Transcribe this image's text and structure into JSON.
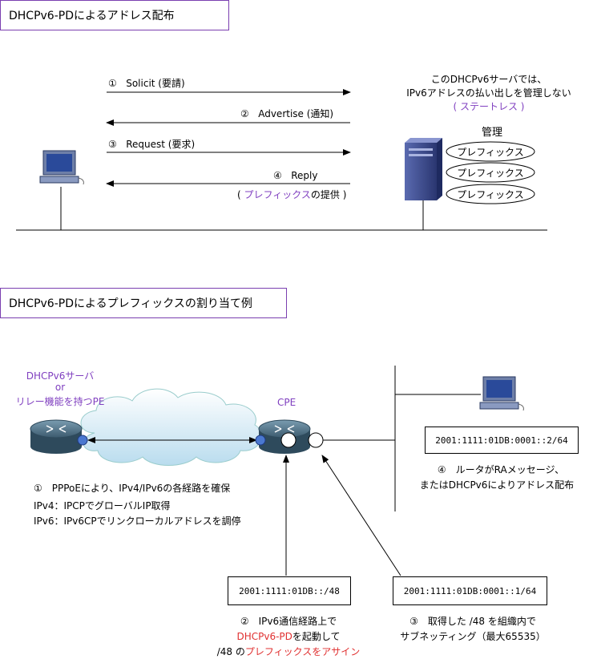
{
  "section1": {
    "title": "DHCPv6-PDによるアドレス配布",
    "messages": [
      {
        "num": "①",
        "label": "Solicit (要請)"
      },
      {
        "num": "②",
        "label": "Advertise (通知)"
      },
      {
        "num": "③",
        "label": "Request (要求)"
      },
      {
        "num": "④",
        "label": "Reply"
      }
    ],
    "reply_note_prefix": "(",
    "reply_note_purple": "プレフィックス",
    "reply_note_suffix": "の提供 )",
    "server_note_line1": "このDHCPv6サーバでは、",
    "server_note_line2": "IPv6アドレスの払い出しを管理しない",
    "server_note_line3": "( ステートレス )",
    "manage_label": "管理",
    "prefixes": [
      "プレフィックス",
      "プレフィックス",
      "プレフィックス"
    ]
  },
  "section2": {
    "title": "DHCPv6-PDによるプレフィックスの割り当て例",
    "pe_label_line1": "DHCPv6サーバ",
    "pe_label_line2": "or",
    "pe_label_line3": "リレー機能を持つPE",
    "cpe_label": "CPE",
    "step1": "①　PPPoEにより、IPv4/IPv6の各経路を確保",
    "step1_ipv4": "IPv4：IPCPでグローバルIP取得",
    "step1_ipv6": "IPv6：IPv6CPでリンクローカルアドレスを調停",
    "addr_host": "2001:1111:01DB:0001::2/64",
    "addr_48": "2001:1111:01DB::/48",
    "addr_64": "2001:1111:01DB:0001::1/64",
    "step4_line1": "④　ルータがRAメッセージ、",
    "step4_line2": "またはDHCPv6によりアドレス配布",
    "step2_line1": "②　IPv6通信経路上で",
    "step2_line2_red": "DHCPv6-PD",
    "step2_line2_rest": "を起動して",
    "step2_line3_prefix": "/48 の",
    "step2_line3_red": "プレフィックスをアサイン",
    "step3_line1": "③　取得した /48 を組織内で",
    "step3_line2": "サブネッティング（最大65535）"
  },
  "colors": {
    "title_border": "#7a3fb0",
    "purple_text": "#8040c0",
    "red_text": "#e03030",
    "router_body": "#3c5a6e",
    "server_body": "#3a4a8a",
    "cloud": "#cfe8f4",
    "port": "#4a78d0"
  }
}
